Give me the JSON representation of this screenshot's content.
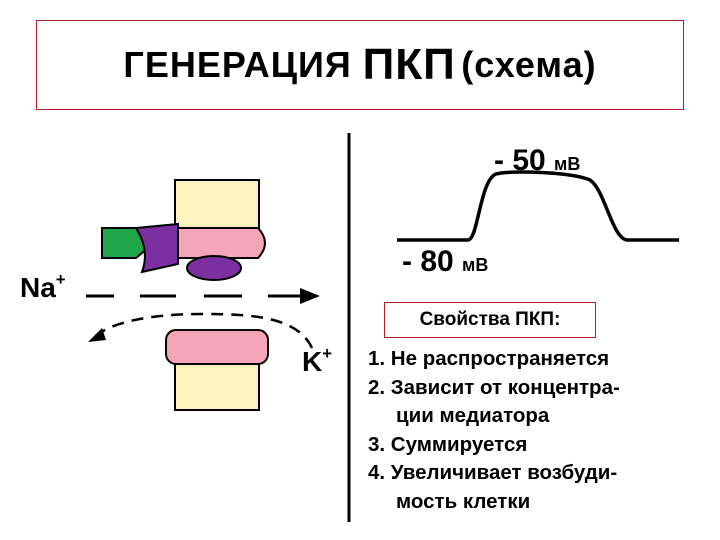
{
  "title": {
    "part1": "ГЕНЕРАЦИЯ",
    "part2": "ПКП",
    "part3": "(схема)"
  },
  "graph": {
    "upper_value": "- 50",
    "upper_unit": "мВ",
    "lower_value": "- 80",
    "lower_unit": "мВ"
  },
  "ions": {
    "na": "Na",
    "na_charge": "+",
    "k": "K",
    "k_charge": "+"
  },
  "properties": {
    "heading": "Свойства ПКП:",
    "items": [
      "1. Не распространяется",
      "2. Зависит от концентра-",
      "ции медиатора",
      "3. Суммируется",
      "4. Увеличивает возбуди-",
      "мость клетки"
    ]
  },
  "colors": {
    "membrane": "#fdf3c0",
    "receptor": "#f4a6b8",
    "mediator": "#7b2fa0",
    "ligand": "#1fa64a",
    "frame": "#b02020"
  }
}
